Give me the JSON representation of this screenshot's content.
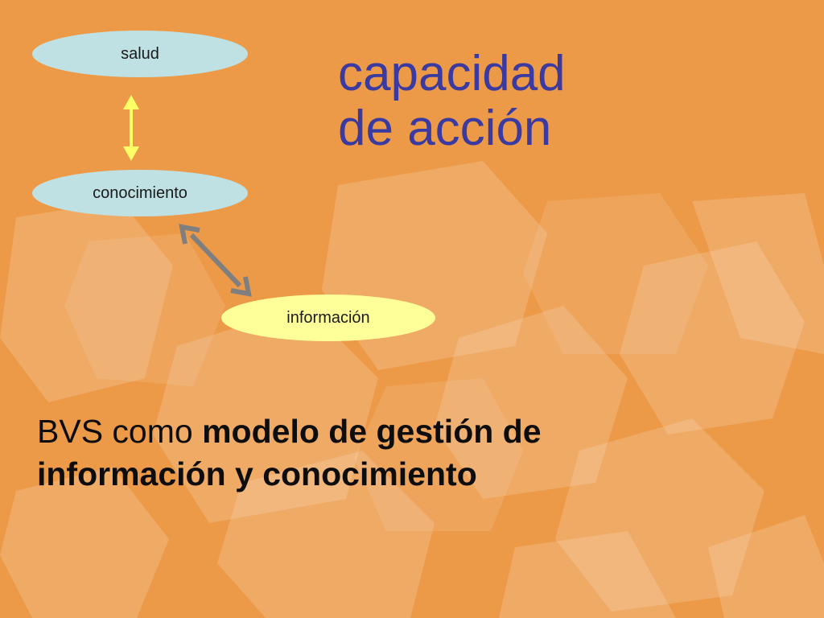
{
  "diagram": {
    "nodes": {
      "salud": "salud",
      "conocimiento": "conocimiento",
      "informacion": "información"
    }
  },
  "heading": {
    "line1": "capacidad",
    "line2": "de acción"
  },
  "caption": {
    "plain": "BVS como ",
    "bold_line1": "modelo de gestión de",
    "bold_line2": "información y conocimiento"
  },
  "colors": {
    "background": "#ec9a48",
    "node_blue": "#bfe1e3",
    "node_yellow": "#ffff99",
    "title": "#3b3aa0",
    "arrow_yellow": "#ffff66",
    "arrow_gray": "#808080"
  }
}
